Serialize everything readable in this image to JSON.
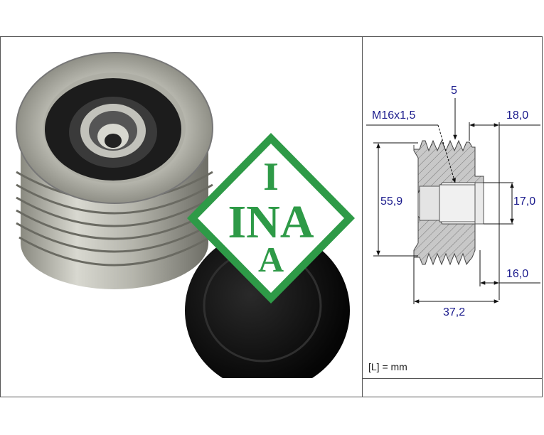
{
  "product": {
    "brand_logo_text": "INA",
    "unit_note": "[L] = mm"
  },
  "dimensions": {
    "ribs": "5",
    "thread": "M16x1,5",
    "width_top": "18,0",
    "outer_diameter": "55,9",
    "bore_diameter": "17,0",
    "width_bottom": "16,0",
    "total_length": "37,2"
  },
  "colors": {
    "logo_green": "#2e9a47",
    "dimension_text": "#1a1a8c"
  }
}
